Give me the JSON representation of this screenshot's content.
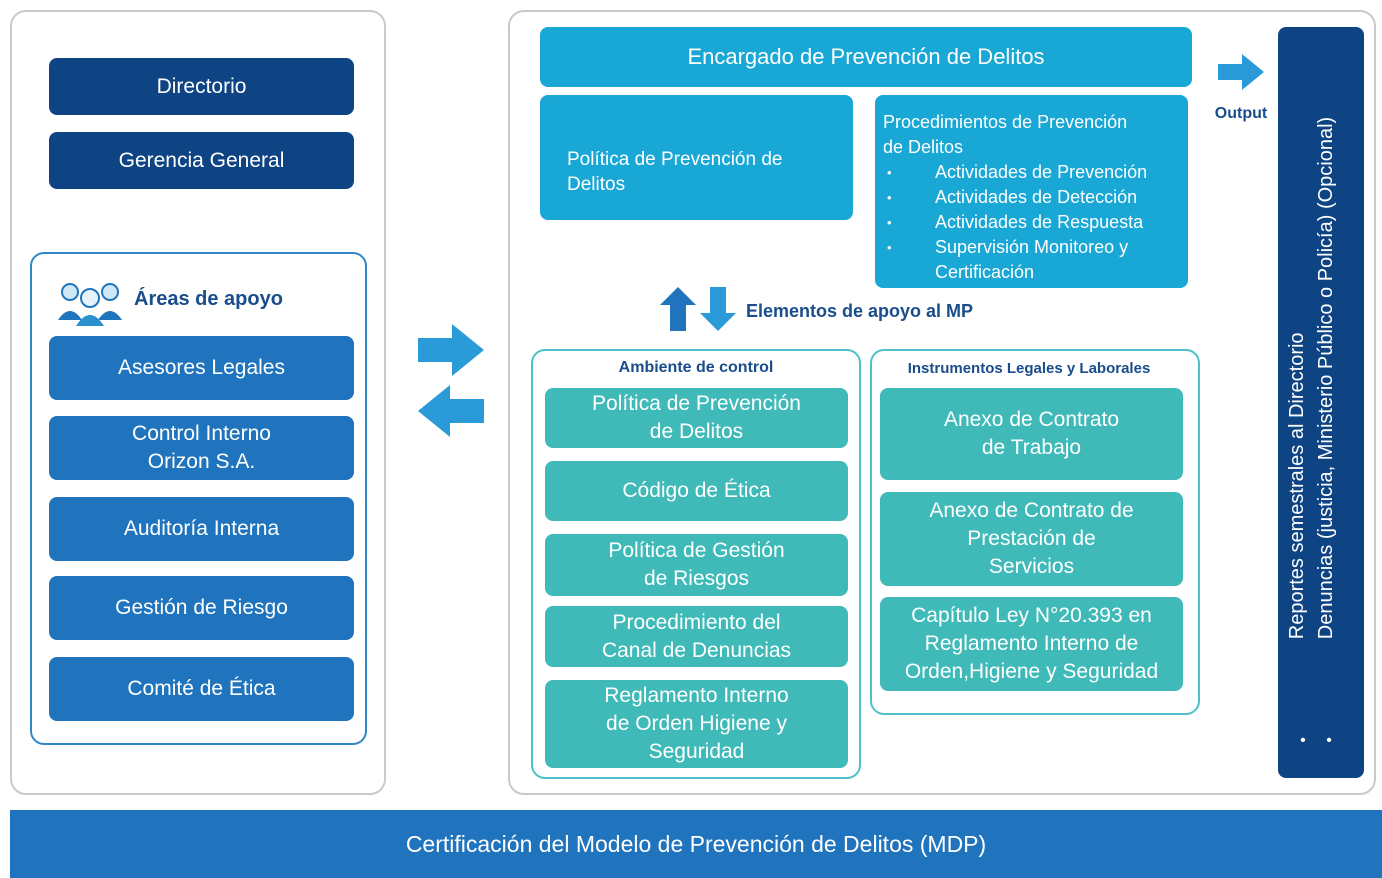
{
  "left_panel": {
    "directorio": "Directorio",
    "gerencia": "Gerencia General",
    "support_title": "Áreas de apoyo",
    "support_items": [
      "Asesores Legales",
      "Control Interno\nOrizon S.A.",
      "Auditoría Interna",
      "Gestión de Riesgo",
      "Comité de Ética"
    ]
  },
  "encargado": "Encargado de Prevención de Delitos",
  "politica_box": "Política de Prevención de\nDelitos",
  "procedimientos": {
    "title": "Procedimientos de Prevención\nde Delitos",
    "items": [
      "Actividades de Prevención",
      "Actividades de Detección",
      "Actividades de Respuesta",
      "Supervisión Monitoreo y\nCertificación"
    ]
  },
  "output_label": "Output",
  "elementos_label": "Elementos de apoyo al MP",
  "ambiente": {
    "title": "Ambiente de control",
    "items": [
      "Política de Prevención\nde Delitos",
      "Código de Ética",
      "Política de Gestión\nde Riesgos",
      "Procedimiento del\nCanal de Denuncias",
      "Reglamento Interno\nde Orden Higiene y\nSeguridad"
    ]
  },
  "instrumentos": {
    "title": "Instrumentos Legales y Laborales",
    "items": [
      "Anexo de Contrato\nde Trabajo",
      "Anexo de Contrato de\nPrestación de\nServicios",
      "Capítulo Ley N°20.393 en\nReglamento Interno de\nOrden,Higiene y Seguridad"
    ]
  },
  "reportes": {
    "line1": "Reportes semestrales al Directorio",
    "line2": "Denuncias (justicia, Ministerio Público o Policía) (Opcional)",
    "dots": "• •"
  },
  "footer": "Certificación del Modelo de Prevención de Delitos (MDP)",
  "colors": {
    "navy": "#0e4483",
    "blue": "#1f74bd",
    "cyan": "#19a7d6",
    "teal": "#3fbab8",
    "footer": "#1f74bd"
  }
}
